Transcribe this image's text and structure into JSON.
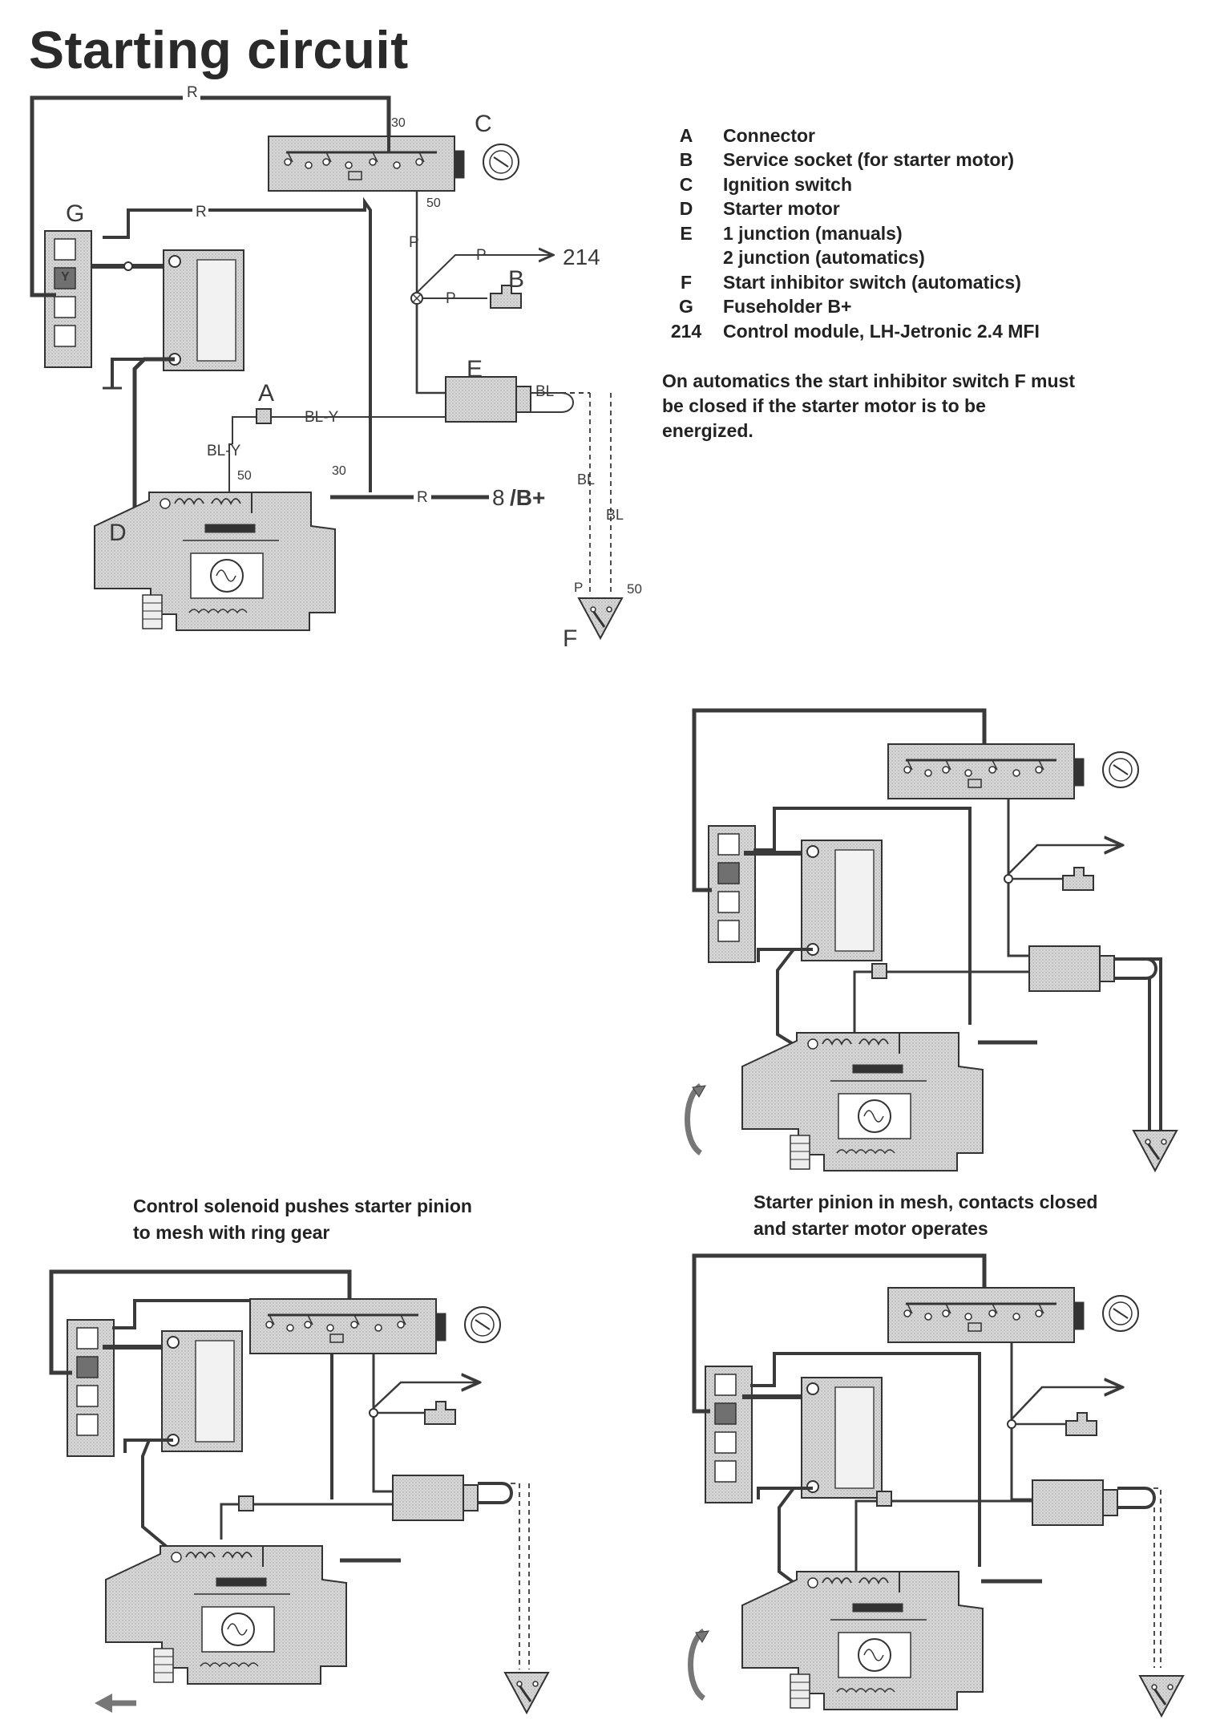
{
  "title": "Starting circuit",
  "legend": [
    {
      "key": "A",
      "text": "Connector"
    },
    {
      "key": "B",
      "text": "Service socket (for starter motor)"
    },
    {
      "key": "C",
      "text": "Ignition switch"
    },
    {
      "key": "D",
      "text": "Starter motor"
    },
    {
      "key": "E",
      "text": "1  junction (manuals)"
    },
    {
      "key": "",
      "text": "2  junction (automatics)"
    },
    {
      "key": "F",
      "text": "Start inhibitor switch (automatics)"
    },
    {
      "key": "G",
      "text": "Fuseholder B+"
    },
    {
      "key": "214",
      "text": "Control module, LH-Jetronic 2.4 MFI"
    }
  ],
  "note": "On automatics the  start  inhibitor switch F must be closed if the starter motor is to be energized.",
  "captions": {
    "bottom_left": "Control solenoid pushes starter pinion to mesh with ring gear",
    "bottom_right": "Starter pinion in mesh, contacts closed and starter motor operates"
  },
  "diagram": {
    "component_letters": {
      "A": "A",
      "B": "B",
      "C": "C",
      "D": "D",
      "E": "E",
      "F": "F",
      "G": "G"
    },
    "wire_labels": {
      "r_top": "R",
      "r_mid": "R",
      "r_b": "R",
      "p_vertical": "P",
      "p_to_214": "P",
      "p_to_b": "P",
      "bl_y_horizontal": "BL-Y",
      "bl_y_vertical": "BL-Y",
      "bl_from_e": "BL",
      "bl_left": "BL",
      "bl_right": "BL",
      "f_p": "P",
      "f_50": "50",
      "c_30": "30",
      "c_50": "50",
      "d_50": "50",
      "d_30": "30",
      "fuse_y": "Y",
      "ref_214": "214",
      "ref_8": "8",
      "ref_bplus": "/B+"
    }
  },
  "colors": {
    "line": "#3a3a3a",
    "component_fill": "#d6d6d6",
    "highlight": "#6e6e6e",
    "rotation_arrow": "#777777"
  }
}
